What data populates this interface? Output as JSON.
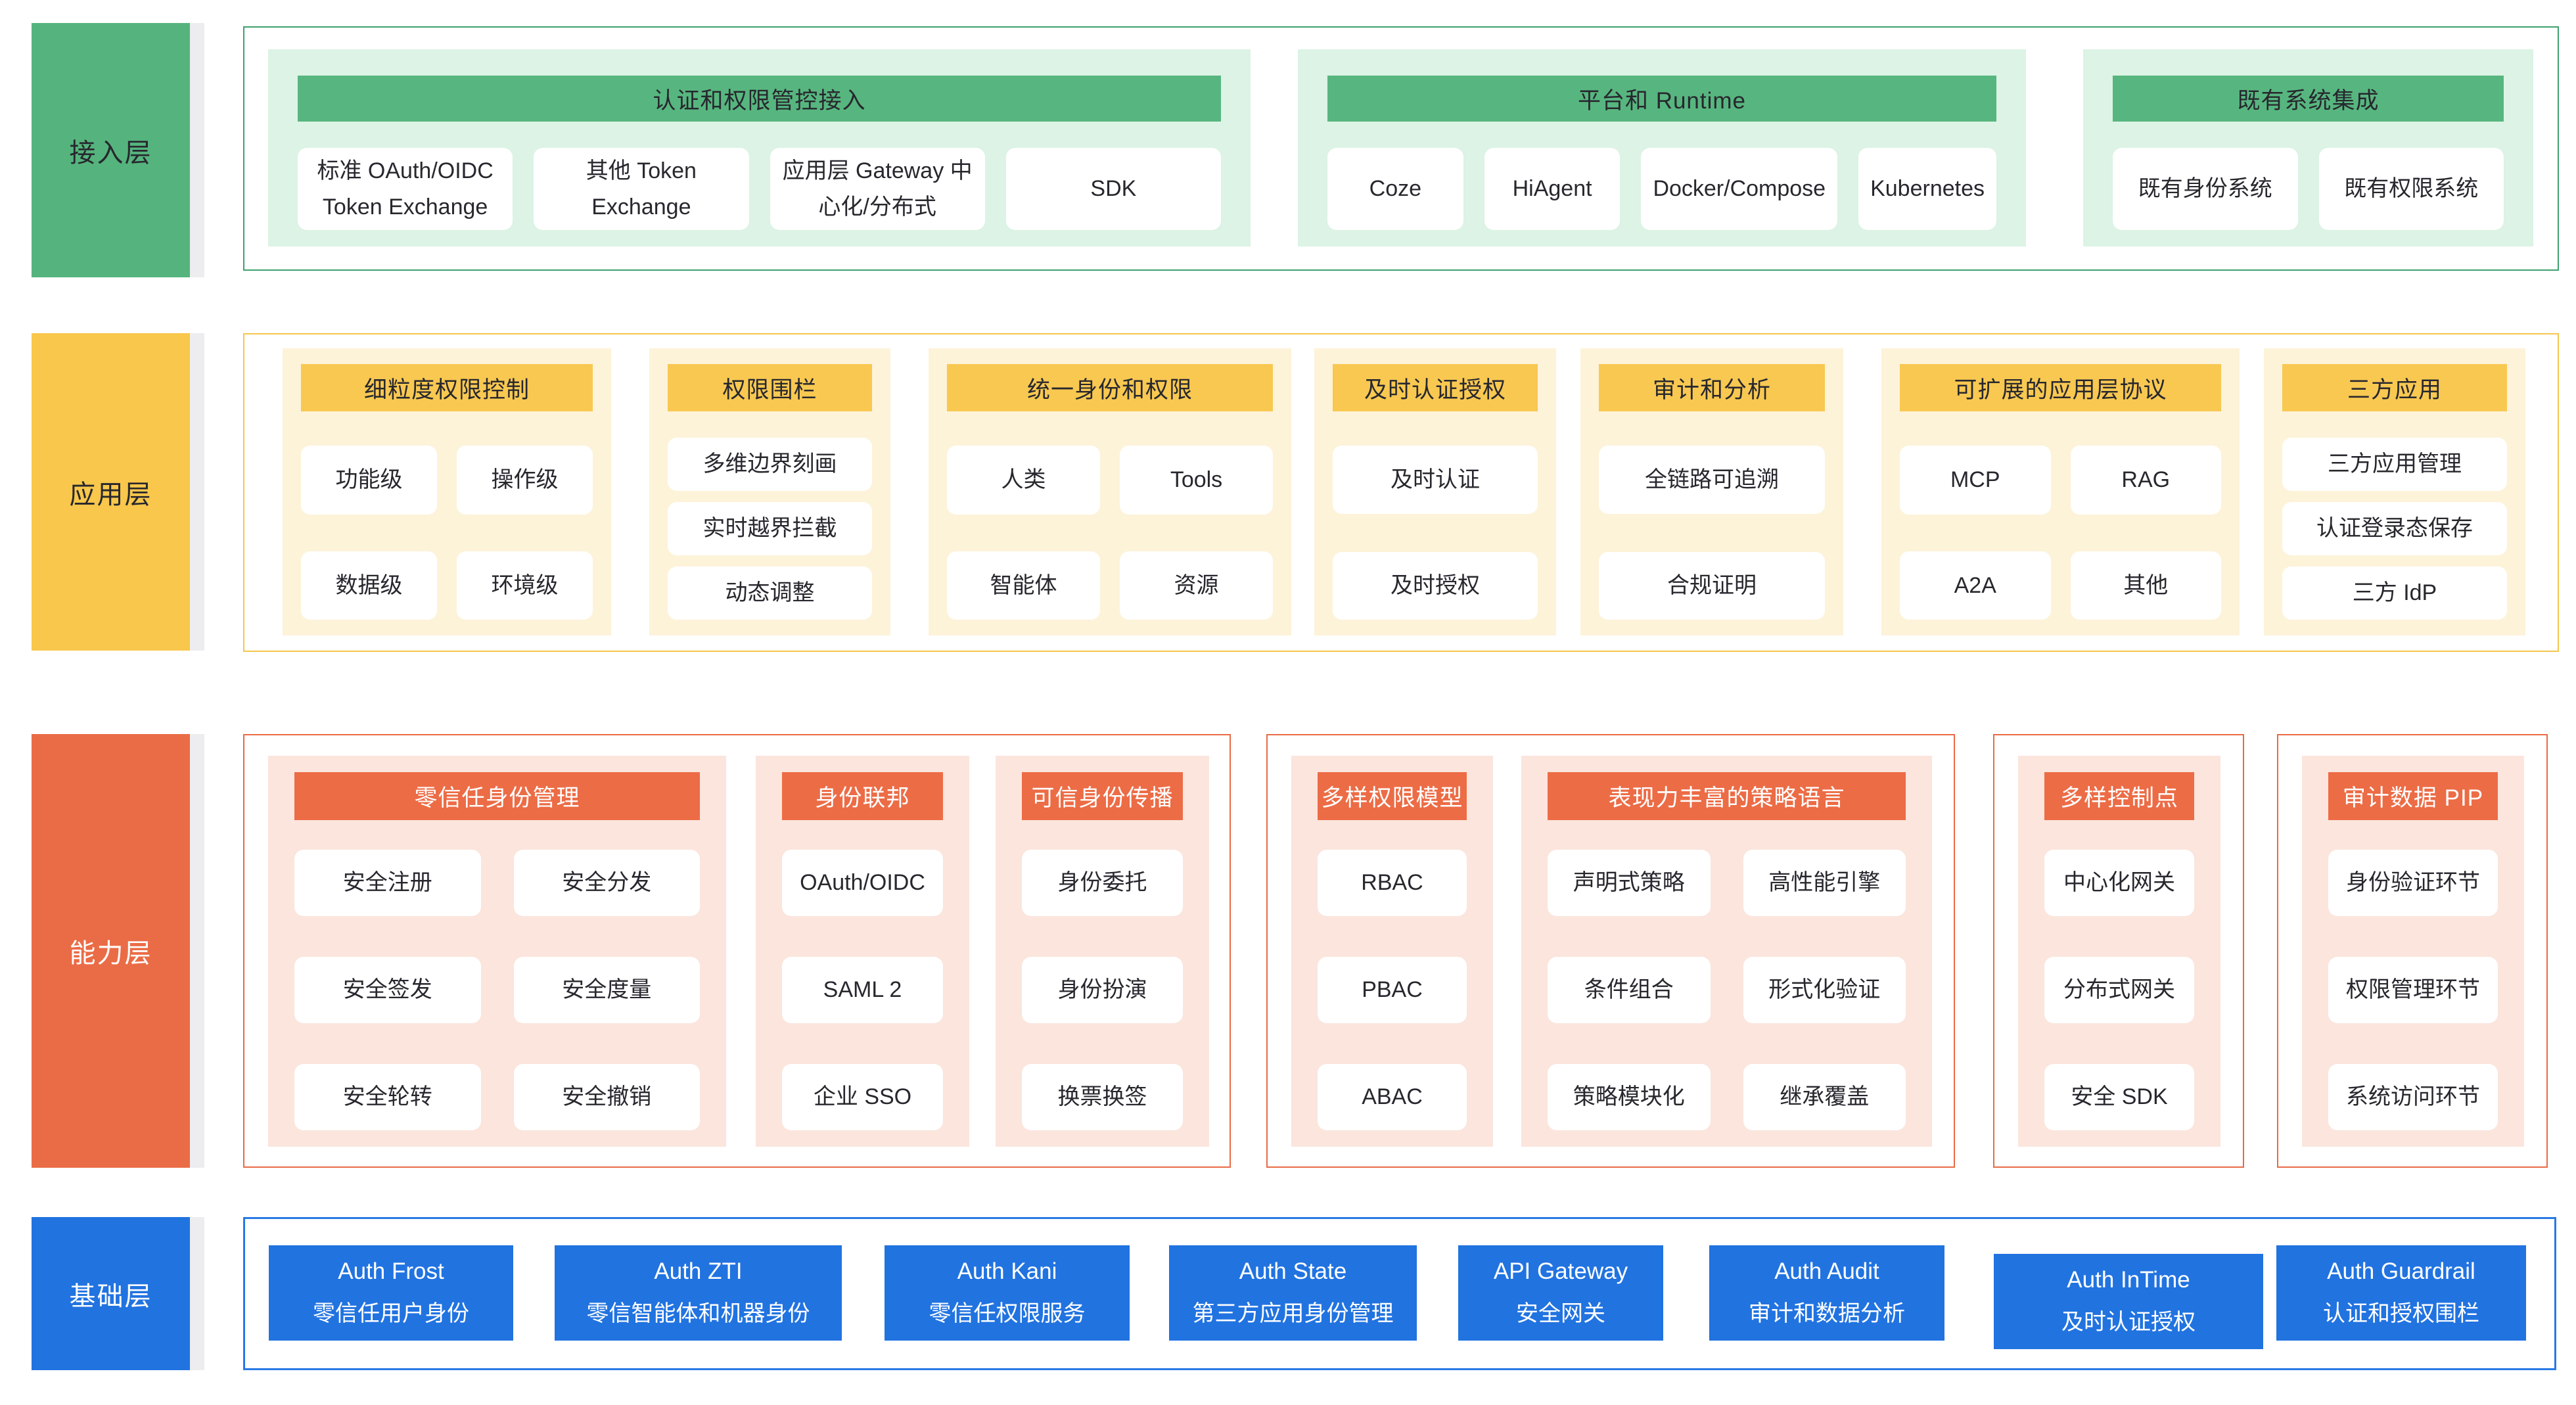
{
  "colors": {
    "green": "#55b47d",
    "green_border": "#3ea16e",
    "green_light": "#dcf3e5",
    "yellow": "#f8c851",
    "yellow_border": "#f3c74d",
    "yellow_light": "#fdf3d9",
    "orange": "#ec6c46",
    "orange_border": "#e96a45",
    "orange_light": "#fbe5dd",
    "blue": "#2173e0",
    "blue_border": "#2979e5",
    "text_dark": "#27272e",
    "text_light": "#ffffff",
    "divider_gray": "#ededf0"
  },
  "access": {
    "label": "接入层",
    "groups": [
      {
        "title": "认证和权限管控接入",
        "items": [
          "标准 OAuth/OIDC Token Exchange",
          "其他 Token Exchange",
          "应用层 Gateway 中心化/分布式",
          "SDK"
        ]
      },
      {
        "title": "平台和 Runtime",
        "items": [
          "Coze",
          "HiAgent",
          "Docker/Compose",
          "Kubernetes"
        ]
      },
      {
        "title": "既有系统集成",
        "items": [
          "既有身份系统",
          "既有权限系统"
        ]
      }
    ]
  },
  "application": {
    "label": "应用层",
    "groups": [
      {
        "title": "细粒度权限控制",
        "items": [
          "功能级",
          "操作级",
          "数据级",
          "环境级"
        ]
      },
      {
        "title": "权限围栏",
        "items": [
          "多维边界刻画",
          "实时越界拦截",
          "动态调整"
        ]
      },
      {
        "title": "统一身份和权限",
        "items": [
          "人类",
          "Tools",
          "智能体",
          "资源"
        ]
      },
      {
        "title": "及时认证授权",
        "items": [
          "及时认证",
          "及时授权"
        ]
      },
      {
        "title": "审计和分析",
        "items": [
          "全链路可追溯",
          "合规证明"
        ]
      },
      {
        "title": "可扩展的应用层协议",
        "items": [
          "MCP",
          "RAG",
          "A2A",
          "其他"
        ]
      },
      {
        "title": "三方应用",
        "items": [
          "三方应用管理",
          "认证登录态保存",
          "三方 IdP"
        ]
      }
    ]
  },
  "capability": {
    "label": "能力层",
    "groups": [
      {
        "title": "零信任身份管理",
        "items": [
          "安全注册",
          "安全分发",
          "安全签发",
          "安全度量",
          "安全轮转",
          "安全撤销"
        ]
      },
      {
        "title": "身份联邦",
        "items": [
          "OAuth/OIDC",
          "SAML 2",
          "企业 SSO"
        ]
      },
      {
        "title": "可信身份传播",
        "items": [
          "身份委托",
          "身份扮演",
          "换票换签"
        ]
      },
      {
        "title": "多样权限模型",
        "items": [
          "RBAC",
          "PBAC",
          "ABAC"
        ]
      },
      {
        "title": "表现力丰富的策略语言",
        "items": [
          "声明式策略",
          "高性能引擎",
          "条件组合",
          "形式化验证",
          "策略模块化",
          "继承覆盖"
        ]
      },
      {
        "title": "多样控制点",
        "items": [
          "中心化网关",
          "分布式网关",
          "安全 SDK"
        ]
      },
      {
        "title": "审计数据 PIP",
        "items": [
          "身份验证环节",
          "权限管理环节",
          "系统访问环节"
        ]
      }
    ]
  },
  "foundation": {
    "label": "基础层",
    "products": [
      {
        "name": "Auth Frost",
        "desc": "零信任用户身份"
      },
      {
        "name": "Auth ZTI",
        "desc": "零信智能体和机器身份"
      },
      {
        "name": "Auth Kani",
        "desc": "零信任权限服务"
      },
      {
        "name": "Auth State",
        "desc": "第三方应用身份管理"
      },
      {
        "name": "API Gateway",
        "desc": "安全网关"
      },
      {
        "name": "Auth Audit",
        "desc": "审计和数据分析"
      },
      {
        "name": "Auth InTime",
        "desc": "及时认证授权"
      },
      {
        "name": "Auth Guardrail",
        "desc": "认证和授权围栏"
      }
    ]
  }
}
